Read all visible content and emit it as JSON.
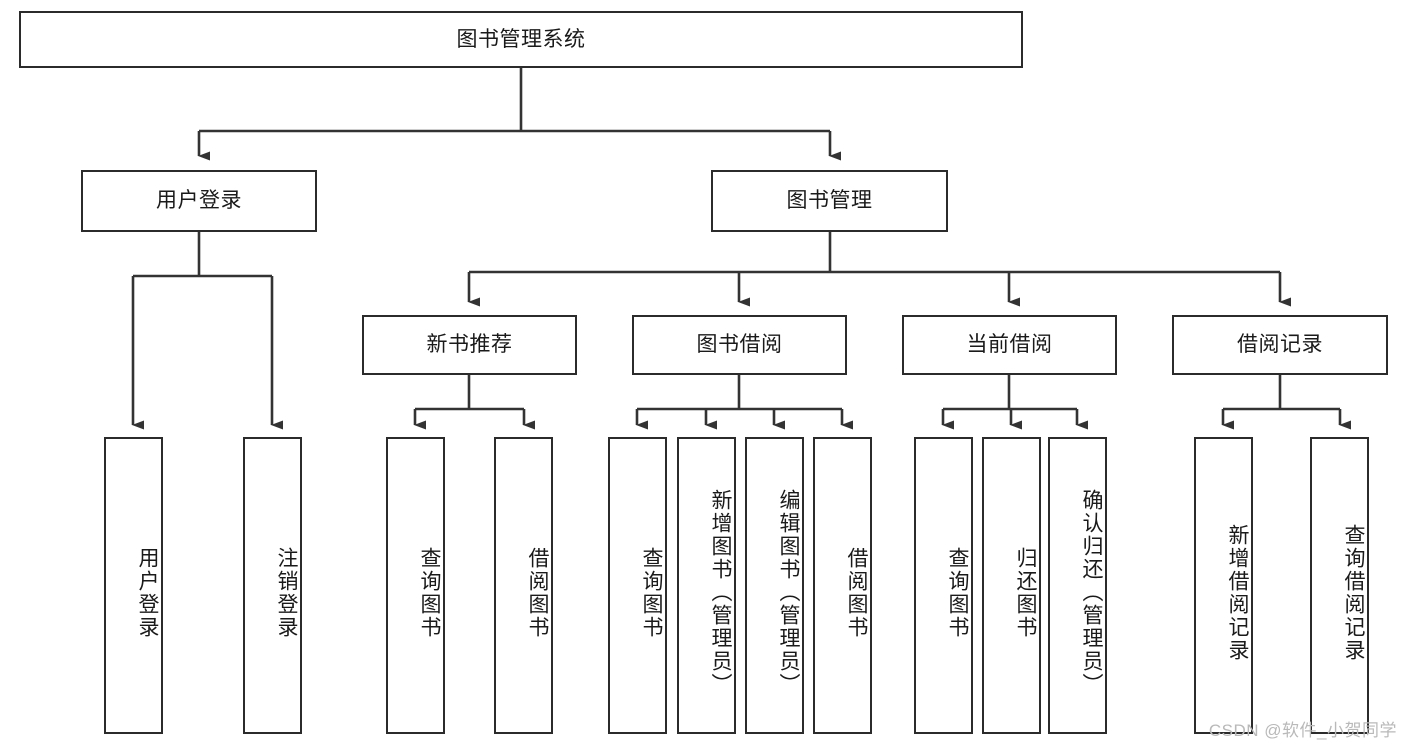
{
  "diagram": {
    "type": "tree",
    "title": "图书管理系统",
    "watermark": "CSDN @软件_小贺同学",
    "colors": {
      "box_border": "#2b2b2b",
      "box_fill": "#ffffff",
      "edge": "#333333",
      "text": "#1a1a1a",
      "watermark": "#b9b9b9"
    },
    "nodes": {
      "root": {
        "label": "图书管理系统"
      },
      "level2": [
        {
          "id": "user-login",
          "label": "用户登录"
        },
        {
          "id": "book-management",
          "label": "图书管理"
        }
      ],
      "level3": [
        {
          "id": "new-book-recommend",
          "label": "新书推荐"
        },
        {
          "id": "book-borrow",
          "label": "图书借阅"
        },
        {
          "id": "current-borrow",
          "label": "当前借阅"
        },
        {
          "id": "borrow-record",
          "label": "借阅记录"
        }
      ],
      "leaves": {
        "user-login": [
          {
            "id": "leaf-user-login",
            "label": "用户登录"
          },
          {
            "id": "leaf-logout",
            "label": "注销登录"
          }
        ],
        "new-book-recommend": [
          {
            "id": "leaf-query-book-1",
            "label": "查询图书"
          },
          {
            "id": "leaf-borrow-book-1",
            "label": "借阅图书"
          }
        ],
        "book-borrow": [
          {
            "id": "leaf-query-book-2",
            "label": "查询图书"
          },
          {
            "id": "leaf-add-book",
            "label": "新增图书（管理员）"
          },
          {
            "id": "leaf-edit-book",
            "label": "编辑图书（管理员）"
          },
          {
            "id": "leaf-borrow-book-2",
            "label": "借阅图书"
          }
        ],
        "current-borrow": [
          {
            "id": "leaf-query-book-3",
            "label": "查询图书"
          },
          {
            "id": "leaf-return-book",
            "label": "归还图书"
          },
          {
            "id": "leaf-confirm-return",
            "label": "确认归还（管理员）"
          }
        ],
        "borrow-record": [
          {
            "id": "leaf-add-record",
            "label": "新增借阅记录"
          },
          {
            "id": "leaf-query-record",
            "label": "查询借阅记录"
          }
        ]
      }
    }
  }
}
